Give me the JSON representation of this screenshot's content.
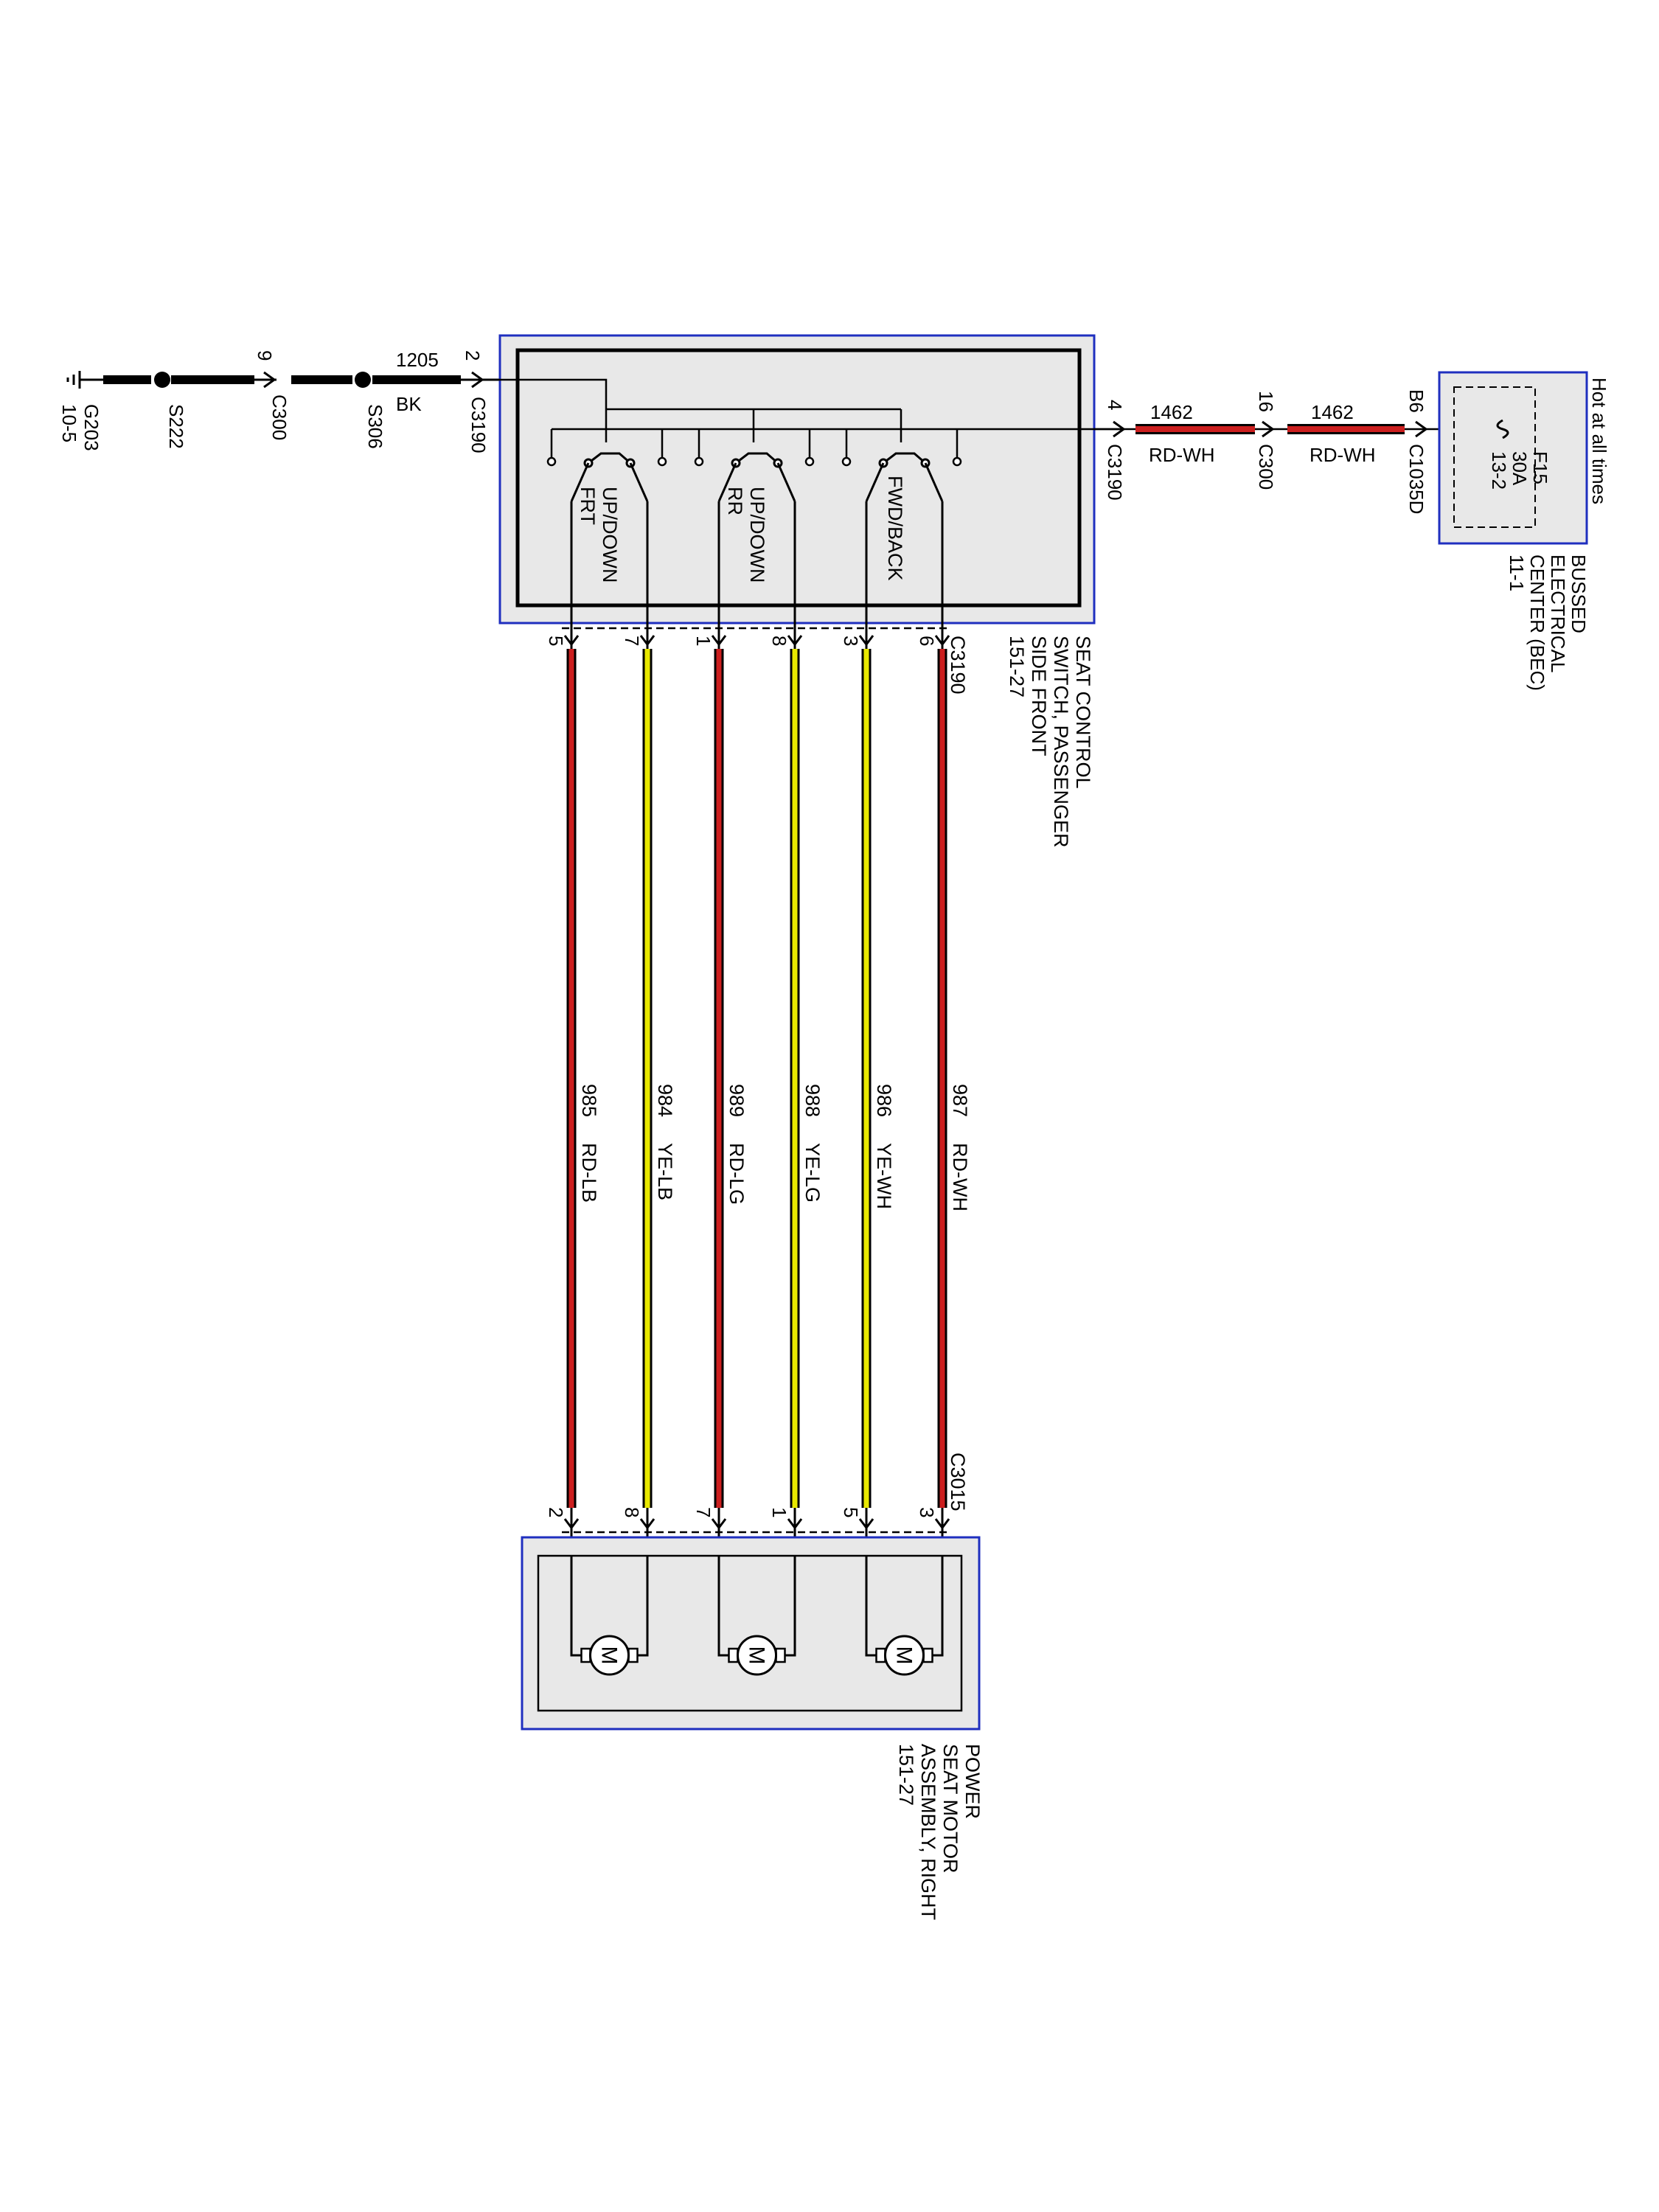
{
  "ground": {
    "name": "G203",
    "ref": "10-5"
  },
  "splices": [
    {
      "name": "S222"
    },
    {
      "name": "S306"
    }
  ],
  "ground_path": {
    "connector": "C300",
    "pin": "9",
    "circuit": "1205",
    "color": "BK"
  },
  "switch_connector_top": {
    "name": "C3190",
    "ground_pin": "2",
    "power_pin": "4"
  },
  "switch": {
    "title": "SEAT CONTROL SWITCH, PASSENGER SIDE FRONT",
    "title_lines": [
      "SEAT CONTROL",
      "SWITCH, PASSENGER",
      "SIDE FRONT"
    ],
    "ref": "151-27",
    "sections": [
      {
        "line1": "UP/DOWN",
        "line2": "FRT"
      },
      {
        "line1": "UP/DOWN",
        "line2": "RR"
      },
      {
        "line1": "FWD/BACK",
        "line2": ""
      }
    ]
  },
  "power_path": [
    {
      "circuit": "1462",
      "color": "RD-WH",
      "from": "C3190",
      "to": "C300",
      "pin_to": "16"
    },
    {
      "circuit": "1462",
      "color": "RD-WH",
      "from": "C300",
      "to": "C1035D",
      "pin_to": "B6"
    }
  ],
  "bec": {
    "title_lines": [
      "BUSSED",
      "ELECTRICAL",
      "CENTER (BEC)"
    ],
    "ref": "11-1",
    "fuse": "F15",
    "amps": "30A",
    "fuse_ref": "13-2",
    "hot": "Hot at all times"
  },
  "switch_output_connector": "C3190",
  "motor_connector": "C3015",
  "wires": [
    {
      "circuit": "985",
      "color": "RD-LB",
      "pin_switch": "5",
      "pin_motor": "2",
      "hex": "#cc1f1f"
    },
    {
      "circuit": "984",
      "color": "YE-LB",
      "pin_switch": "7",
      "pin_motor": "8",
      "hex": "#e8e800"
    },
    {
      "circuit": "989",
      "color": "RD-LG",
      "pin_switch": "1",
      "pin_motor": "7",
      "hex": "#cc1f1f"
    },
    {
      "circuit": "988",
      "color": "YE-LG",
      "pin_switch": "8",
      "pin_motor": "1",
      "hex": "#e8e800"
    },
    {
      "circuit": "986",
      "color": "YE-WH",
      "pin_switch": "3",
      "pin_motor": "5",
      "hex": "#e8e800"
    },
    {
      "circuit": "987",
      "color": "RD-WH",
      "pin_switch": "6",
      "pin_motor": "3",
      "hex": "#cc1f1f"
    }
  ],
  "motor_assembly": {
    "title_lines": [
      "POWER",
      "SEAT MOTOR",
      "ASSEMBLY, RIGHT"
    ],
    "ref": "151-27",
    "motor_symbol": "M"
  },
  "colors": {
    "box_border": "#1f2fbf",
    "box_fill": "#e8e8e8",
    "red_wire": "#cc1f1f",
    "yellow_wire": "#e8e800"
  }
}
